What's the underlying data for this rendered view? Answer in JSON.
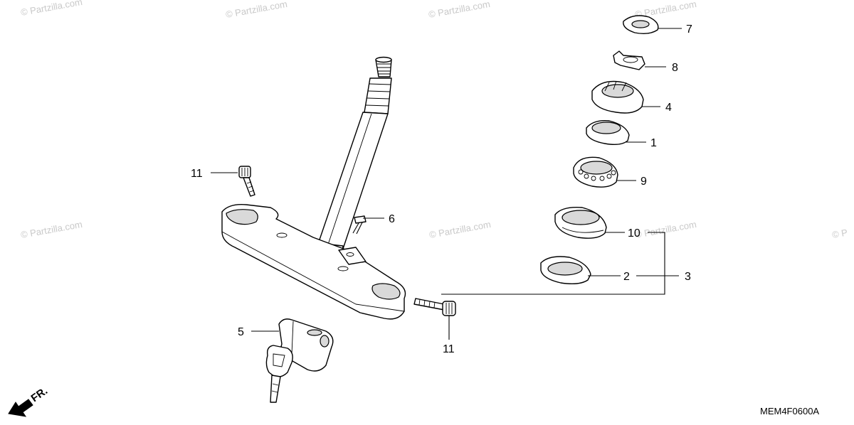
{
  "diagram": {
    "code": "MEM4F0600A",
    "direction_label": "FR.",
    "watermark_text": "© Partzilla.com",
    "watermark_edge_text": "© P",
    "callouts": {
      "c1": "1",
      "c2": "2",
      "c3": "3",
      "c4": "4",
      "c5": "5",
      "c6": "6",
      "c7": "7",
      "c8": "8",
      "c9": "9",
      "c10": "10",
      "c11a": "11",
      "c11b": "11"
    }
  }
}
